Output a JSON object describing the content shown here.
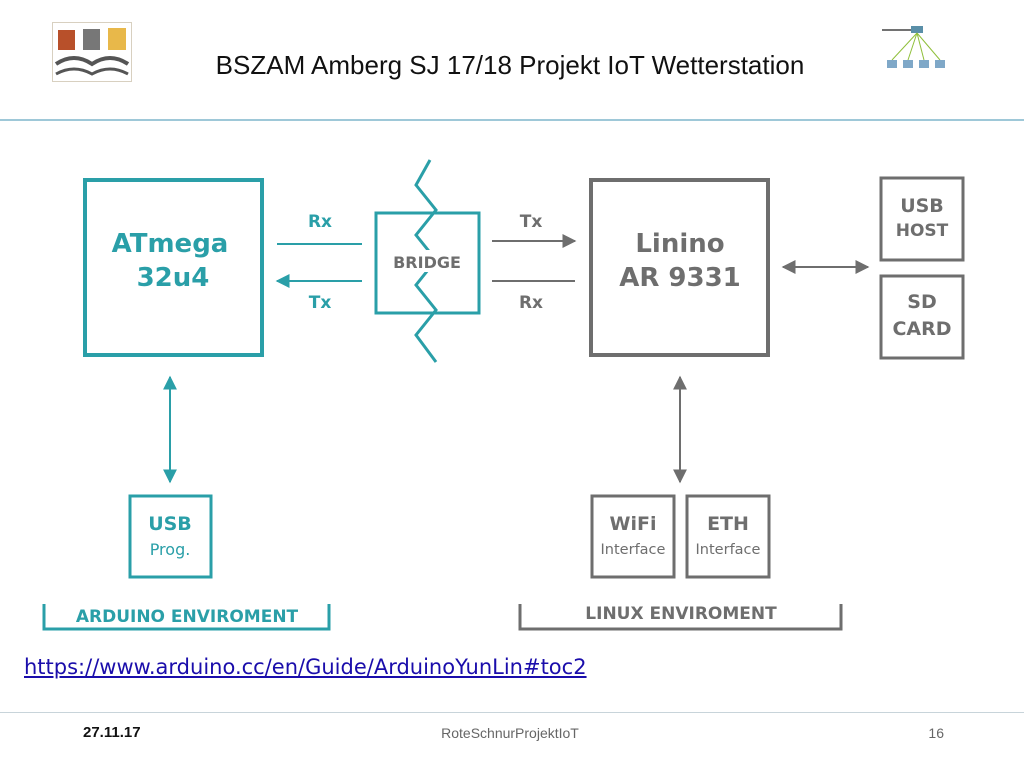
{
  "slide": {
    "title": "BSZAM Amberg SJ 17/18 Projekt IoT Wetterstation",
    "source_link": "https://www.arduino.cc/en/Guide/ArduinoYunLin#toc2"
  },
  "footer": {
    "date": "27.11.17",
    "center": "RoteSchnurProjektIoT",
    "page": "16"
  },
  "diagram": {
    "colors": {
      "arduino": "#2a9fa8",
      "linux": "#6e6e6e",
      "bridge": "#2a9fa8"
    },
    "atmega": {
      "line1": "ATmega",
      "line2": "32u4"
    },
    "bridge": {
      "label": "BRIDGE"
    },
    "linino": {
      "line1": "Linino",
      "line2": "AR 9331"
    },
    "arrows": {
      "left_top": "Rx",
      "left_bottom": "Tx",
      "right_top": "Tx",
      "right_bottom": "Rx"
    },
    "usb_host": {
      "line1": "USB",
      "line2": "HOST"
    },
    "sd_card": {
      "line1": "SD",
      "line2": "CARD"
    },
    "usb_prog": {
      "line1": "USB",
      "line2": "Prog."
    },
    "wifi": {
      "line1": "WiFi",
      "line2": "Interface"
    },
    "eth": {
      "line1": "ETH",
      "line2": "Interface"
    },
    "arduino_env": "ARDUINO ENVIROMENT",
    "linux_env": "LINUX ENVIROMENT"
  }
}
